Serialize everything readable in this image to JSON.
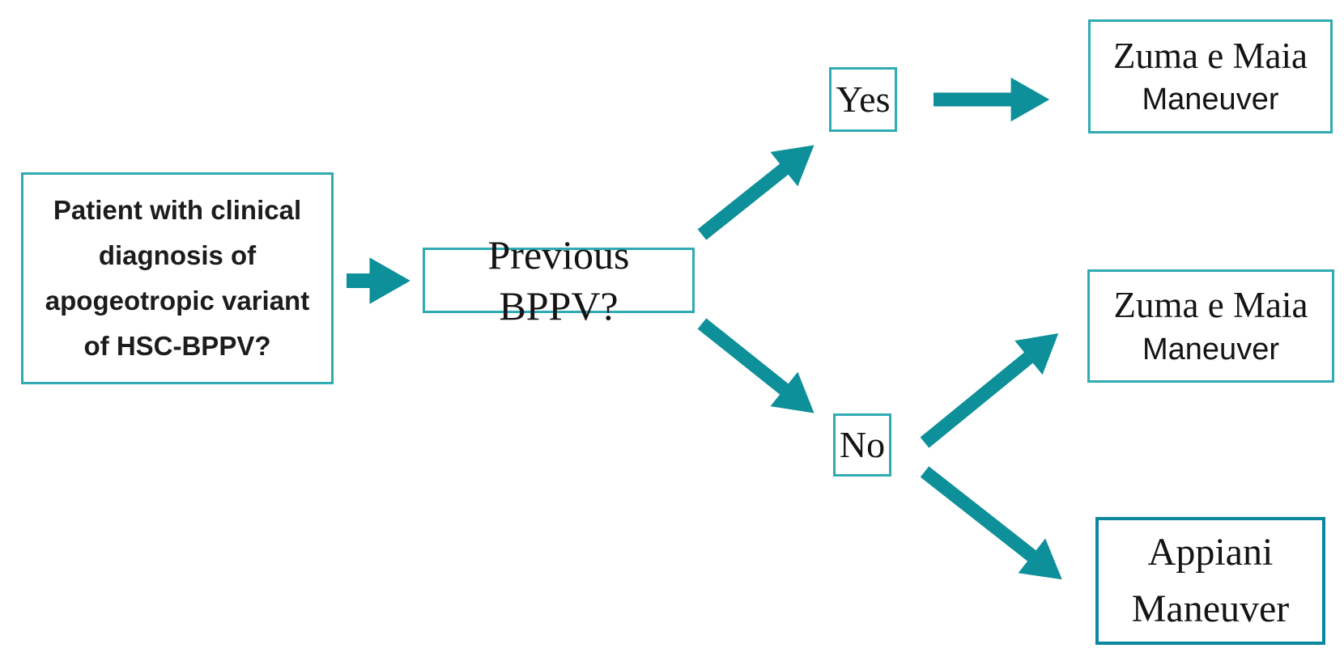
{
  "flowchart": {
    "start": {
      "lines": [
        "Patient with clinical",
        "diagnosis of",
        "apogeotropic variant",
        "of HSC-BPPV?"
      ]
    },
    "decision": {
      "label": "Previous BPPV?"
    },
    "yes": {
      "label": "Yes"
    },
    "no": {
      "label": "No"
    },
    "outcome_yes": {
      "line1": "Zuma e Maia",
      "line2": "Maneuver"
    },
    "outcome_no_first": {
      "line1": "Zuma e Maia",
      "line2": "Maneuver"
    },
    "outcome_no_second": {
      "line1": "Appiani",
      "line2": "Maneuver"
    }
  },
  "colors": {
    "arrow-color": "#0d9099",
    "box-border": "#31abb3",
    "appiani-border": "#0d86a0",
    "text-color": "#141414"
  }
}
